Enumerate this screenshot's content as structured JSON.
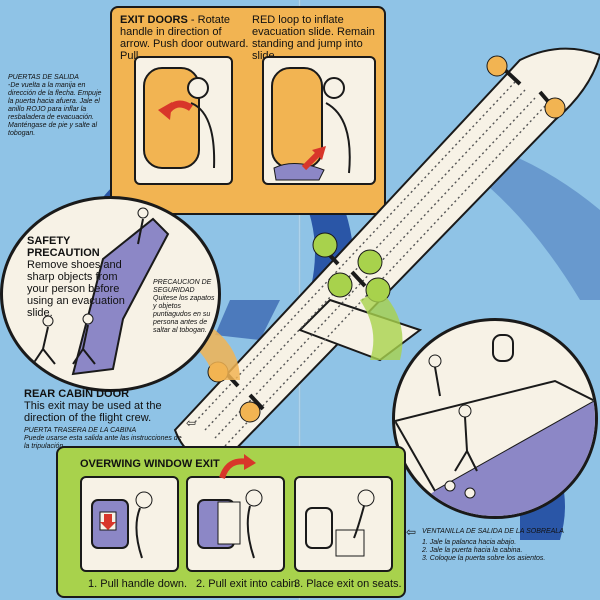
{
  "exit_doors": {
    "title": "EXIT DOORS",
    "text_1": " - Rotate handle in direction of arrow. Push door outward.  Pull",
    "text_2": "RED loop to inflate evacuation slide. Remain standing and jump into slide."
  },
  "puertas_salida": {
    "title": "PUERTAS DE SALIDA",
    "text": "-De vuelta a la manija en dirección de la flecha. Empuje la puerta hacia afuera. Jale el anillo ROJO para inflar la resbaladera de evacuación. Manténgase de pie y salte al tobogan."
  },
  "safety": {
    "title": "SAFETY PRECAUTION",
    "text": "Remove shoes and sharp objects from your person before using an evacuation slide."
  },
  "precaucion": {
    "title": "PRECAUCION DE SEGURIDAD",
    "text": "Quitese los zapatos y objetos puntiagudos en su persona antes de saltar al tobogan."
  },
  "rear_door": {
    "title": "REAR CABIN DOOR",
    "text": "This exit may be used at the direction of the flight crew.",
    "es_title": "PUERTA TRASERA DE LA CABINA",
    "es_text": "Puede usarse esta salida ante las instrucciones de la tripulación."
  },
  "overwing": {
    "title": "OVERWING WINDOW EXIT",
    "step1": "1. Pull handle down.",
    "step2": "2. Pull exit into cabin",
    "step3": "3. Place exit on seats."
  },
  "ventanilla": {
    "title": "VENTANILLA DE SALIDA DE LA SOBREALA",
    "step1": "1.  Jale la palanca hacia abajo.",
    "step2": "2.  Jale la puerta hacia la cabina.",
    "step3": "3.  Coloque la puerta sobre los asientos."
  },
  "colors": {
    "orange": "#f2b452",
    "green": "#a8d24c",
    "sky": "#8fc3e6",
    "navy": "#1f4aa0",
    "slide": "#8c87c6",
    "red": "#d8362a"
  },
  "icons": {
    "arrow": "left-arrow-icon",
    "plane": "airplane-icon"
  }
}
